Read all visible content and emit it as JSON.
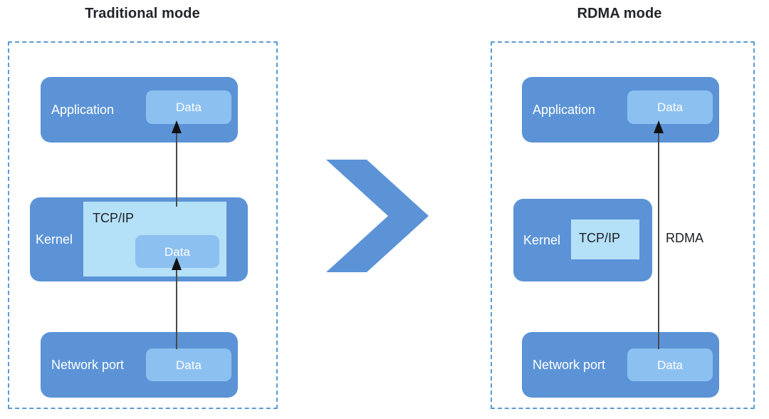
{
  "panels": {
    "left": {
      "title": "Traditional mode",
      "layers": [
        {
          "name": "Application",
          "chip": "Data"
        },
        {
          "name": "Kernel",
          "panel": "TCP/IP",
          "chip": "Data"
        },
        {
          "name": "Network port",
          "chip": "Data"
        }
      ]
    },
    "right": {
      "title": "RDMA mode",
      "layers": [
        {
          "name": "Application",
          "chip": "Data"
        },
        {
          "name": "Kernel",
          "panel": "TCP/IP"
        },
        {
          "name": "Network port",
          "chip": "Data"
        }
      ],
      "path_label": "RDMA"
    }
  },
  "transition": {
    "icon": "chevron-right-icon"
  },
  "colors": {
    "box_blue": "#5b93d6",
    "chip_blue": "#8cc0f0",
    "panel_pale_blue": "#b4e0f8",
    "dashed_border": "#5b9bd5",
    "chevron": "#5b93d6",
    "arrow": "#4a4a4a",
    "title_text": "#22252a",
    "box_text": "#ffffff",
    "background": "#ffffff"
  }
}
